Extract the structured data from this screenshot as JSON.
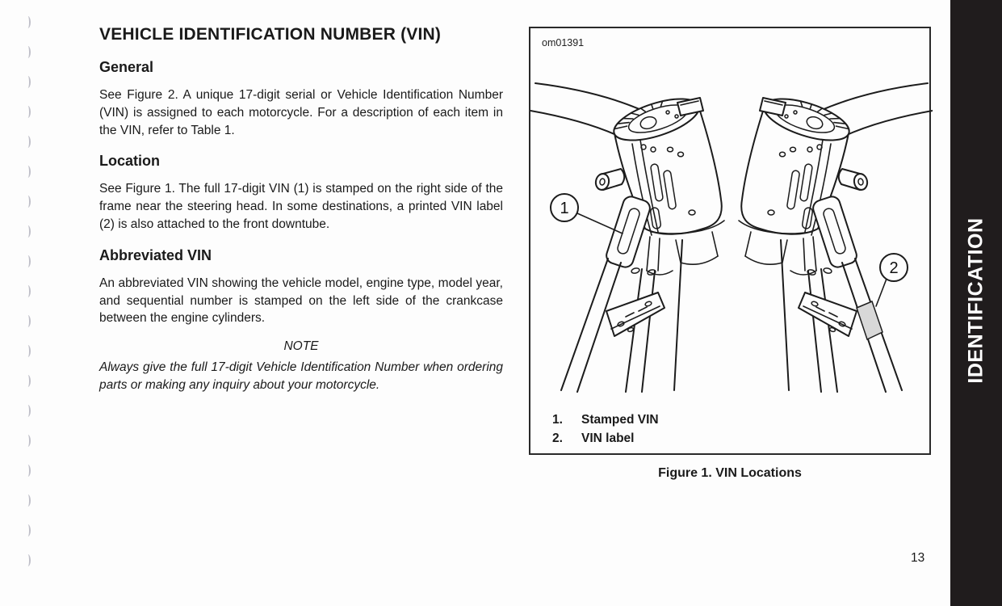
{
  "page": {
    "number": "13",
    "tab_label": "IDENTIFICATION"
  },
  "article": {
    "title": "VEHICLE IDENTIFICATION NUMBER (VIN)",
    "sections": [
      {
        "heading": "General",
        "body": "See Figure 2. A unique 17-digit serial or Vehicle Identification Number (VIN) is assigned to each motorcycle. For a description of each item in the VIN, refer to Table 1."
      },
      {
        "heading": "Location",
        "body": "See Figure 1. The full 17-digit VIN (1) is stamped on the right side of the frame near the steering head. In some destinations, a printed VIN label (2) is also attached to the front downtube."
      },
      {
        "heading": "Abbreviated VIN",
        "body": "An abbreviated VIN showing the vehicle model, engine type, model year, and sequential number is stamped on the left side of the crankcase between the engine cylinders."
      }
    ],
    "note_label": "NOTE",
    "note_body": "Always give the full 17-digit Vehicle Identification Number when ordering parts or making any inquiry about your motorcycle."
  },
  "figure": {
    "image_code": "om01391",
    "callouts": [
      "1",
      "2"
    ],
    "legend": [
      {
        "num": "1.",
        "label": "Stamped VIN"
      },
      {
        "num": "2.",
        "label": "VIN label"
      }
    ],
    "caption": "Figure 1. VIN Locations"
  },
  "colors": {
    "tab_background": "#201c1d",
    "tab_text": "#ffffff",
    "line_art": "#1c1c1c",
    "vin_label_fill": "#d8d8d8"
  }
}
